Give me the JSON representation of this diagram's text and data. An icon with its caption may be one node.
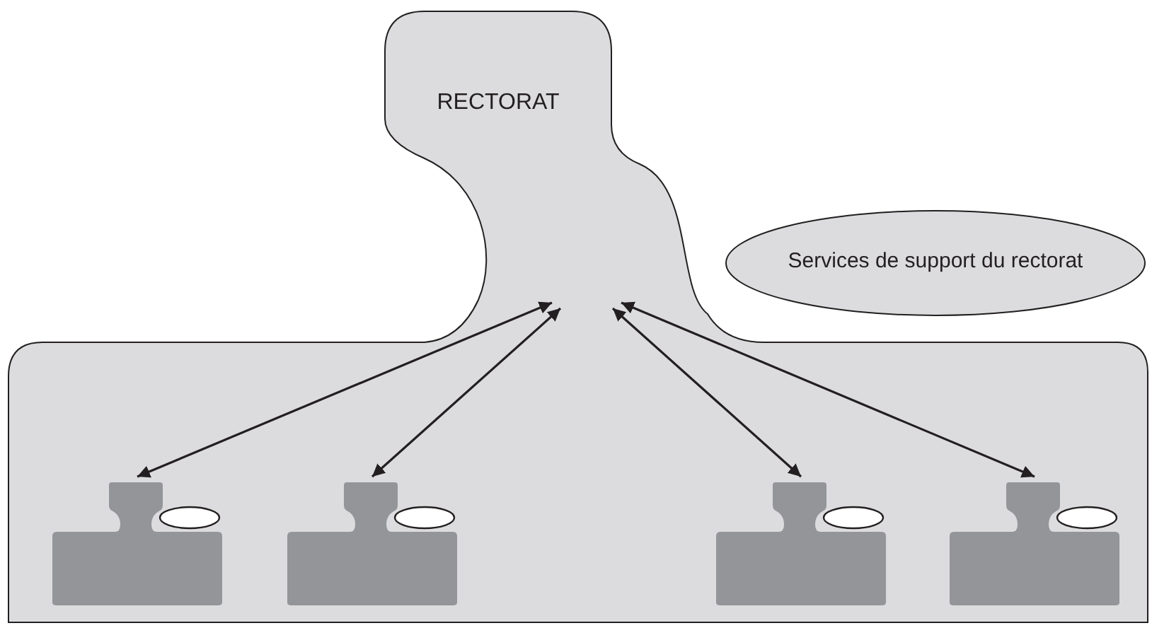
{
  "diagram": {
    "nodes": [
      {
        "text": [
          "RECTORAT"
        ]
      },
      {
        "text": [
          "Services de support du rectorat"
        ]
      },
      {
        "text": [],
        "shape": "box",
        "in": 0
      },
      {
        "text": [],
        "shape": "box",
        "in": 0
      },
      {
        "text": [],
        "shape": "box",
        "in": 0
      },
      {
        "text": [],
        "shape": "box",
        "in": 0
      }
    ],
    "edges": [
      {
        "from": 0,
        "to": 2,
        "arrow": "both"
      },
      {
        "from": 0,
        "to": 3,
        "arrow": "both"
      },
      {
        "from": 0,
        "to": 4,
        "arrow": "both"
      },
      {
        "from": 0,
        "to": 5,
        "arrow": "both"
      }
    ]
  }
}
